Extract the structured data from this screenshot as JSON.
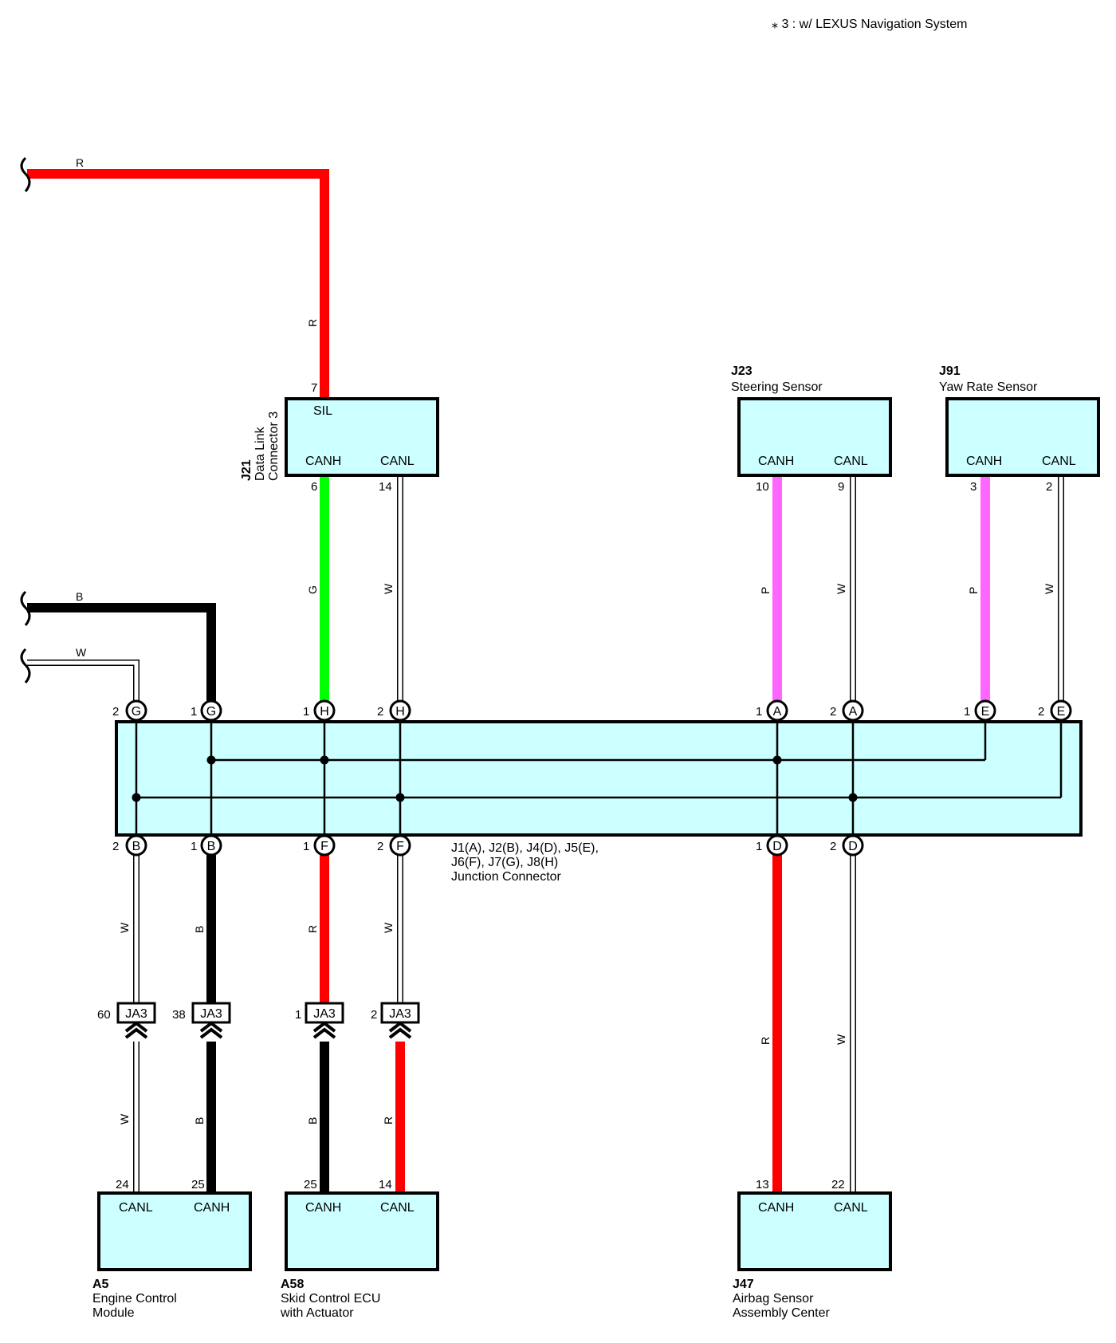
{
  "note": "⁎ 3 : w/ LEXUS Navigation System",
  "colors": {
    "R": "#ff0000",
    "G": "#00ff00",
    "B": "#000000",
    "P": "#ff66ff",
    "W": "#ffffff",
    "box_fill": "#ccffff"
  },
  "wire_codes": {
    "R": "R",
    "B": "B",
    "W": "W",
    "G": "G",
    "P": "P"
  },
  "j21": {
    "code": "J21",
    "name_line1": "Data Link",
    "name_line2": "Connector 3",
    "pin_sil": "7",
    "term_sil": "SIL",
    "pin_canh": "6",
    "term_canh": "CANH",
    "pin_canl": "14",
    "term_canl": "CANL"
  },
  "j23": {
    "code": "J23",
    "name": "Steering Sensor",
    "pin_canh": "10",
    "term_canh": "CANH",
    "pin_canl": "9",
    "term_canl": "CANL"
  },
  "j91": {
    "code": "J91",
    "name": "Yaw Rate Sensor",
    "pin_canh": "3",
    "term_canh": "CANH",
    "pin_canl": "2",
    "term_canl": "CANL"
  },
  "junction": {
    "line1": "J1(A), J2(B), J4(D), J5(E),",
    "line2": "J6(F), J7(G), J8(H)",
    "name": "Junction Connector",
    "top_pins": [
      {
        "num": "2",
        "letter": "G"
      },
      {
        "num": "1",
        "letter": "G"
      },
      {
        "num": "1",
        "letter": "H"
      },
      {
        "num": "2",
        "letter": "H"
      },
      {
        "num": "1",
        "letter": "A"
      },
      {
        "num": "2",
        "letter": "A"
      },
      {
        "num": "1",
        "letter": "E"
      },
      {
        "num": "2",
        "letter": "E"
      }
    ],
    "bottom_pins": [
      {
        "num": "2",
        "letter": "B"
      },
      {
        "num": "1",
        "letter": "B"
      },
      {
        "num": "1",
        "letter": "F"
      },
      {
        "num": "2",
        "letter": "F"
      },
      {
        "num": "1",
        "letter": "D"
      },
      {
        "num": "2",
        "letter": "D"
      }
    ]
  },
  "ja3": {
    "label": "JA3",
    "pins": [
      "60",
      "38",
      "1",
      "2"
    ]
  },
  "a5": {
    "code": "A5",
    "name_line1": "Engine Control",
    "name_line2": "Module",
    "pin_canl": "24",
    "term_canl": "CANL",
    "pin_canh": "25",
    "term_canh": "CANH"
  },
  "a58": {
    "code": "A58",
    "name_line1": "Skid Control ECU",
    "name_line2": "with Actuator",
    "pin_canh": "25",
    "term_canh": "CANH",
    "pin_canl": "14",
    "term_canl": "CANL"
  },
  "j47": {
    "code": "J47",
    "name_line1": "Airbag Sensor",
    "name_line2": "Assembly Center",
    "pin_canh": "13",
    "term_canh": "CANH",
    "pin_canl": "22",
    "term_canl": "CANL"
  }
}
